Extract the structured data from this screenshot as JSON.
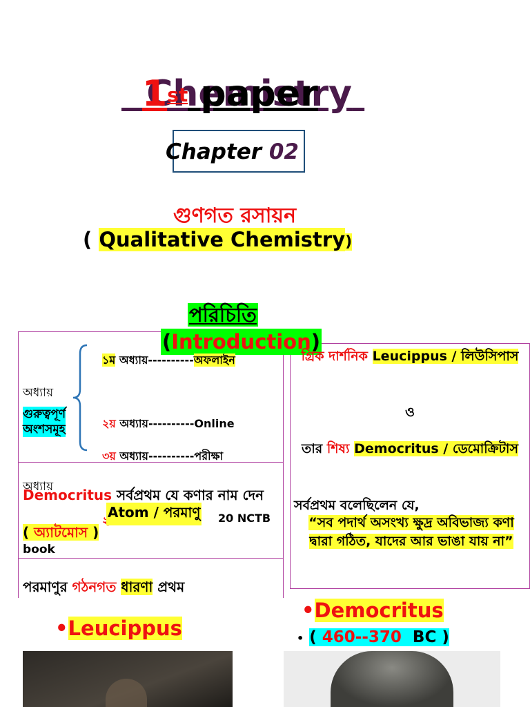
{
  "title": {
    "chemistry": "Chemistry",
    "num": "1",
    "sup": "st",
    "paper": "paper"
  },
  "chapter": {
    "word": "Chapter",
    "number": "02"
  },
  "bengali_title": "গুণগত রসায়ন",
  "subtitle": {
    "open": "(",
    "text": "Qualitative Chemistry",
    "close": ")"
  },
  "intro": {
    "bengali": "পরিচিতি",
    "open": "(",
    "text": "Introduction",
    "close": ")"
  },
  "left_box1": {
    "label1": "অধ্যায়",
    "label2a": "গুরুত্বপূর্ণ",
    "label2b": "অংশসমূহ",
    "row1": {
      "num": "১ম",
      "text": "অধ্যায়----------",
      "end": "অফলাইন"
    },
    "row2": {
      "num": "২য়",
      "text": "অধ্যায়----------",
      "end": "Online"
    },
    "row3": {
      "num": "৩য়",
      "text": "অধ্যায়----------",
      "end": "পরীক্ষা"
    }
  },
  "left_box2": {
    "overlap_word": "অধ্যায়",
    "democritus": "Democritus",
    "rest": "সর্বপ্রথম যে কণার নাম দেন",
    "atom": "Atom / পরমাণু",
    "extra_hidden": "২য় অধ্যায়",
    "nctb": "20 NCTB",
    "paren_open": "(",
    "bengali_atom": "অ্যাটমোস",
    "paren_close": ")",
    "book": "book"
  },
  "left_box3": {
    "t1": "পরমাণুর",
    "t2": "গঠনগত",
    "t3": "ধারণা",
    "t4": "প্রথম"
  },
  "right_box": {
    "l1_red": "গ্রিক দার্শনিক",
    "l1_hl": "Leucippus / লিউসিপাস",
    "and": "ও",
    "l2_a": "তার",
    "l2_red": "শিষ্য",
    "l2_hl": "Democritus / ডেমোক্রিটাস",
    "l3": "সর্বপ্রথম বলেছিলেন যে,",
    "quote": "“সব পদার্থ অসংখ্য ক্ষুদ্র অবিভাজ্য কণা দ্বারা গঠিত, যাদের আর ভাঙা যায় না”"
  },
  "bottom_left": {
    "bullet": "•",
    "name": "Leucippus"
  },
  "bottom_right": {
    "bullet": "•",
    "name": "Democritus",
    "small_bullet": "•",
    "paren_open": "(",
    "years": "460--370",
    "bc": "BC",
    "paren_close": ")"
  }
}
